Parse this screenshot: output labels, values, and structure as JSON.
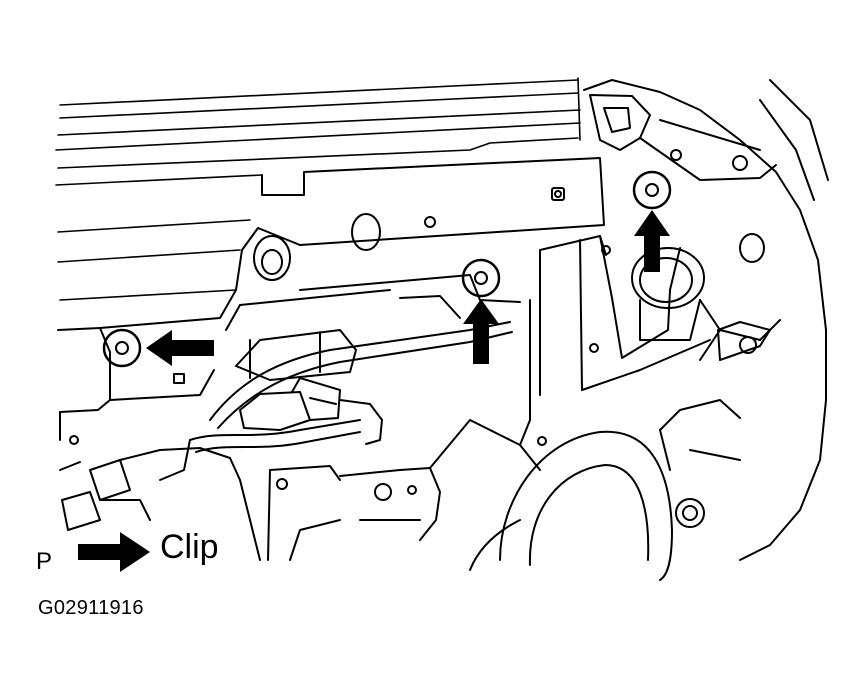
{
  "legend": {
    "letter": "P",
    "label": "Clip"
  },
  "figure_code": "G02911916",
  "colors": {
    "line": "#000000",
    "background": "#ffffff"
  },
  "callouts": [
    {
      "name": "clip-callout-left",
      "icon": "arrow-left"
    },
    {
      "name": "clip-callout-center",
      "icon": "arrow-up"
    },
    {
      "name": "clip-callout-right",
      "icon": "arrow-up"
    }
  ]
}
